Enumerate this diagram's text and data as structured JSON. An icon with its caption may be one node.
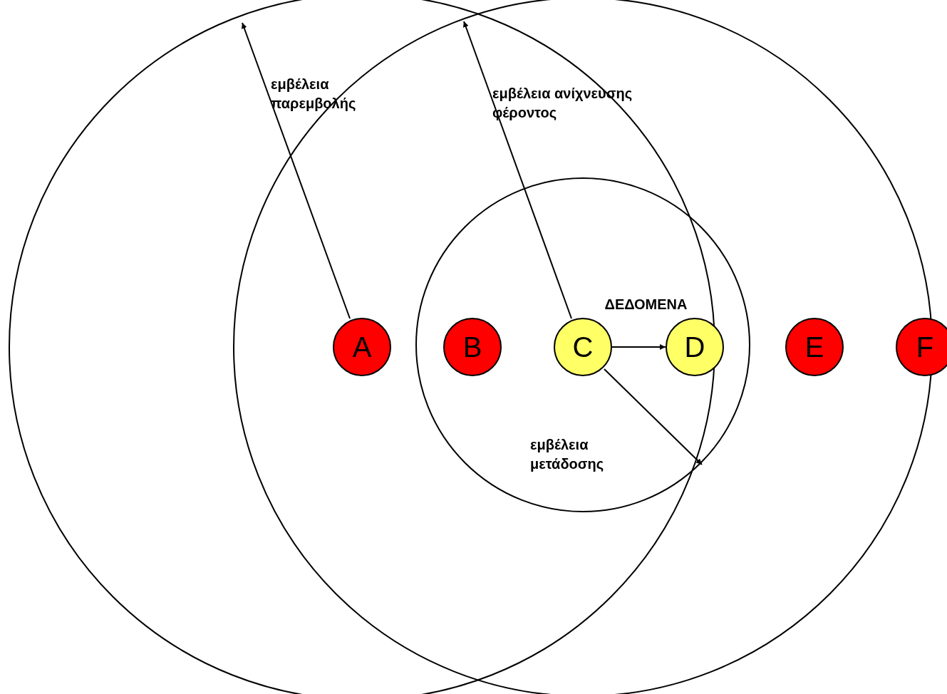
{
  "diagram": {
    "nodes": [
      {
        "text": [
          "A"
        ]
      },
      {
        "text": [
          "B"
        ]
      },
      {
        "text": [
          "C"
        ]
      },
      {
        "text": [
          "D"
        ]
      },
      {
        "text": [
          "E"
        ]
      },
      {
        "text": [
          "F"
        ]
      }
    ],
    "edges": [
      {
        "from": 2,
        "to": 3,
        "arrow": "to",
        "label": "ΔΕΔΟΜΕΝΑ"
      }
    ],
    "labels": [
      "εμβέλεια παρεμβολής",
      "εμβέλεια ανίχνευσης φέροντος",
      "εμβέλεια μετάδοσης"
    ]
  }
}
